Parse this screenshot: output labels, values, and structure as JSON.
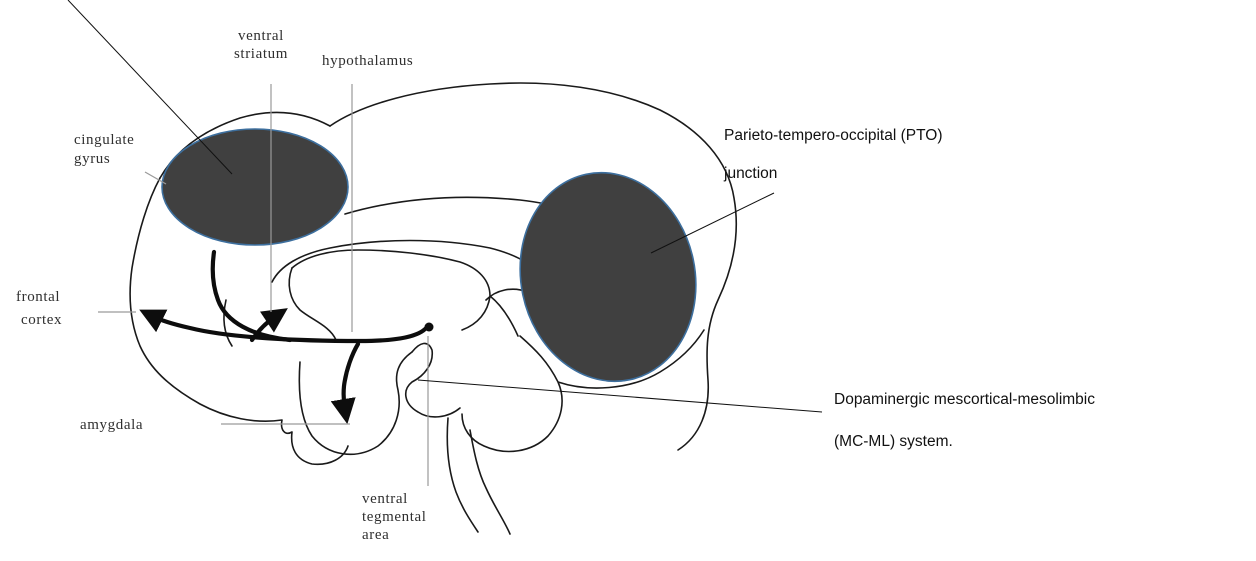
{
  "labels": {
    "ventral_striatum": [
      "ventral",
      "striatum"
    ],
    "hypothalamus": "hypothalamus",
    "cingulate_gyrus": [
      "cingulate",
      "gyrus"
    ],
    "frontal_cortex": [
      "frontal",
      "cortex"
    ],
    "amygdala": "amygdala",
    "ventral_tegmental_area": [
      "ventral",
      "tegmental",
      "area"
    ],
    "pto_junction": [
      "Parieto-tempero-occipital (PTO)",
      "junction"
    ],
    "mc_ml_system": [
      "Dopaminergic mescortical-mesolimbic",
      "(MC-ML) system."
    ]
  },
  "colors": {
    "highlight_fill": "#404040",
    "highlight_stroke": "#3d6f9e",
    "outline": "#1a1a1a",
    "leader": "#9a9a9a",
    "pathway": "#0d0d0d"
  }
}
